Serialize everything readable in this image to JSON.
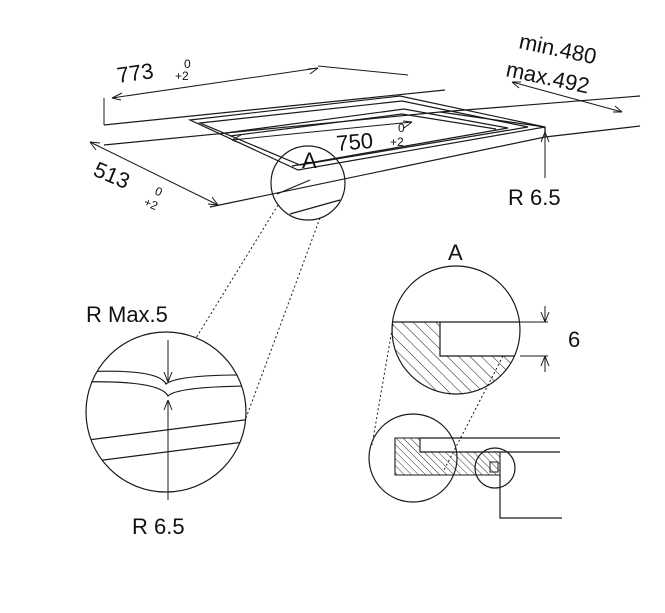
{
  "dimensions": {
    "width_label": "773",
    "width_tol_top": "0",
    "width_tol_bottom": "+2",
    "depth_label": "513",
    "depth_tol_top": "0",
    "depth_tol_bottom": "+2",
    "inner_label": "750",
    "inner_tol_top": "0",
    "inner_tol_bottom": "+2",
    "thickness_min": "min.480",
    "thickness_max": "max.492",
    "corner_radius": "R 6.5"
  },
  "detail": {
    "marker": "A",
    "radius_max": "R Max.5",
    "radius": "R 6.5",
    "title": "A",
    "rebate_depth": "6"
  }
}
